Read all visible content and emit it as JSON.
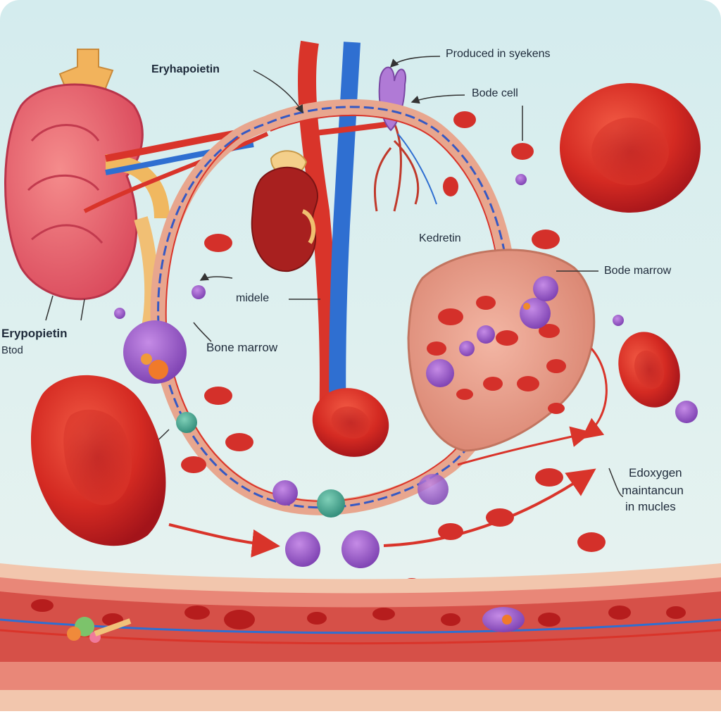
{
  "labels": {
    "erythropoietin_top": "Eryhapoietin",
    "produced": "Produced in syekens",
    "bode_cell": "Bode cell",
    "kedretin": "Kedretin",
    "bode_marrow": "Bode marrow",
    "midele": "midele",
    "bone_marrow": "Bone marrow",
    "erythropoietin_left": "Erypopietin",
    "blood": "Btod",
    "oxygen_line1": "Edoxygen",
    "oxygen_line2": "maintancun",
    "oxygen_line3": "in mucles"
  }
}
